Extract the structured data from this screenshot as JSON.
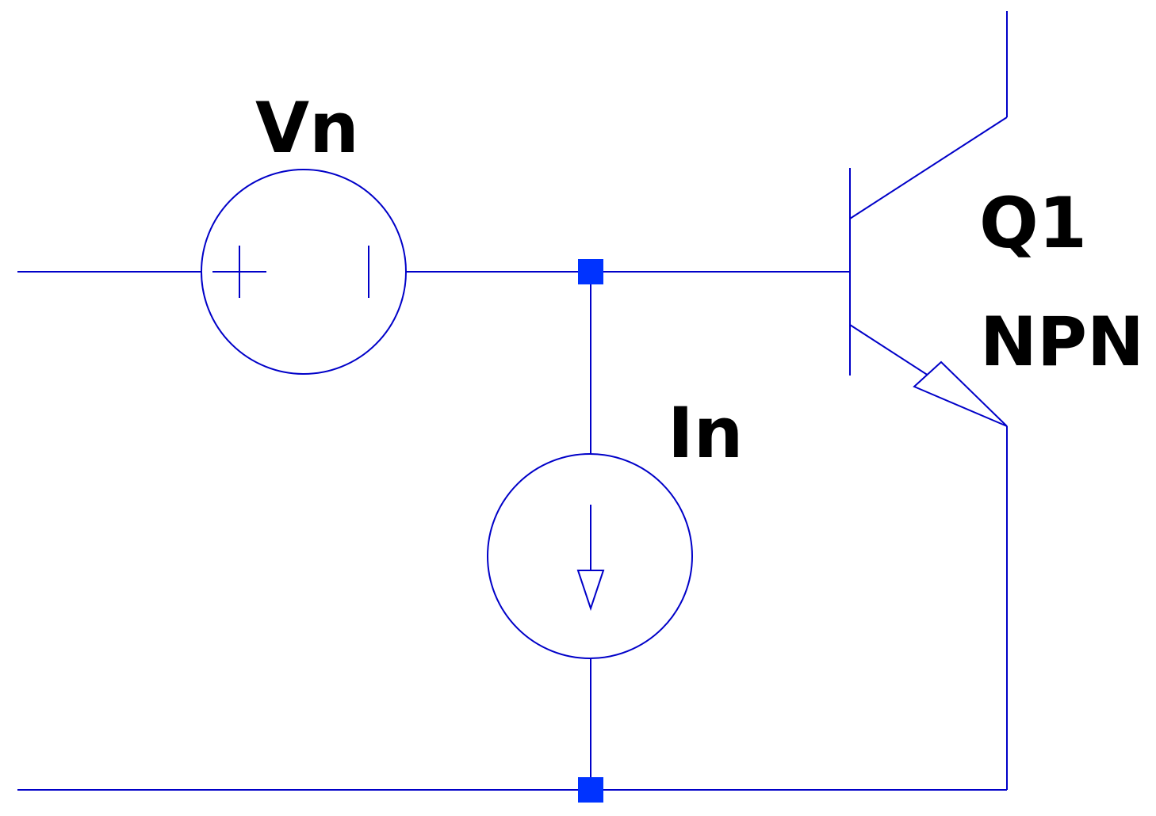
{
  "colors": {
    "wire": "#0000c8",
    "junction": "#0033ff",
    "text": "#000000",
    "background": "#ffffff"
  },
  "components": {
    "voltage_source": {
      "name": "Vn",
      "symbol": "voltage-source"
    },
    "current_source": {
      "name": "In",
      "symbol": "current-source-arrow-down"
    },
    "transistor": {
      "name": "Q1",
      "model": "NPN",
      "symbol": "npn-bjt"
    }
  }
}
